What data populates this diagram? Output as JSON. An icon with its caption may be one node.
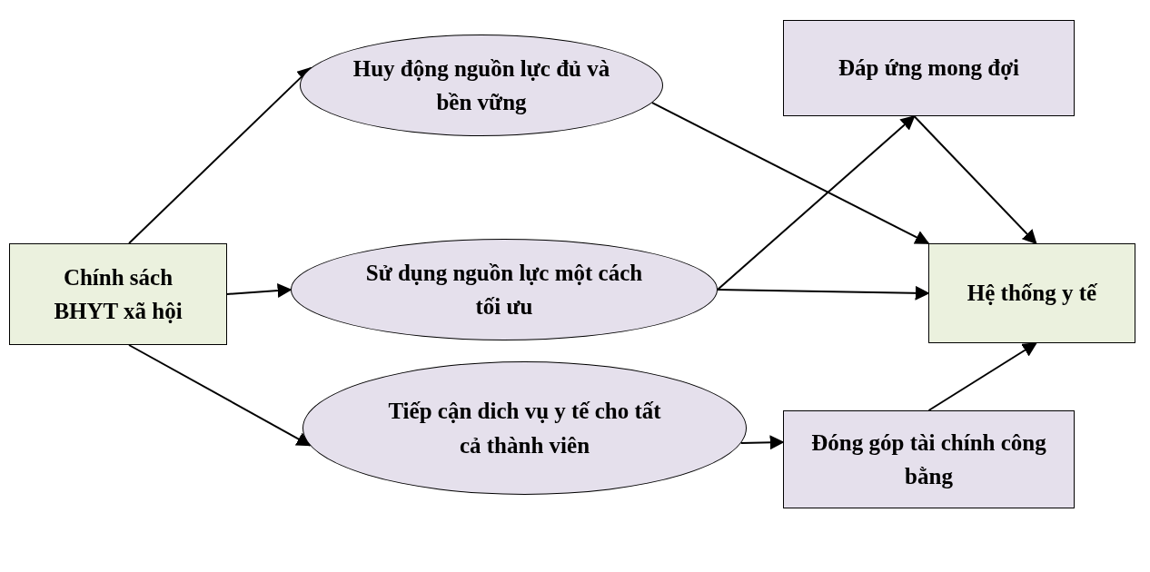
{
  "diagram": {
    "nodes": [
      {
        "text": [
          "Chính sách BHYT xã hội"
        ]
      },
      {
        "text": [
          "Huy động nguồn lực đủ và bền vững"
        ]
      },
      {
        "text": [
          "Sử dụng nguồn lực một cách tối ưu"
        ]
      },
      {
        "text": [
          "Tiếp cận dich vụ y tế cho tất cả thành viên"
        ]
      },
      {
        "text": [
          "Đáp ứng mong đợi"
        ]
      },
      {
        "text": [
          "Hệ thống y tế"
        ]
      },
      {
        "text": [
          "Đóng góp tài chính công bằng"
        ]
      }
    ],
    "edges": [
      {
        "from": 0,
        "to": 1,
        "arrow": "to"
      },
      {
        "from": 0,
        "to": 2,
        "arrow": "to"
      },
      {
        "from": 0,
        "to": 3,
        "arrow": "to"
      },
      {
        "from": 1,
        "to": 5,
        "arrow": "to"
      },
      {
        "from": 2,
        "to": 4,
        "arrow": "to"
      },
      {
        "from": 2,
        "to": 5,
        "arrow": "to"
      },
      {
        "from": 4,
        "to": 5,
        "arrow": "to"
      },
      {
        "from": 3,
        "to": 6,
        "arrow": "to"
      },
      {
        "from": 6,
        "to": 5,
        "arrow": "to"
      }
    ]
  }
}
